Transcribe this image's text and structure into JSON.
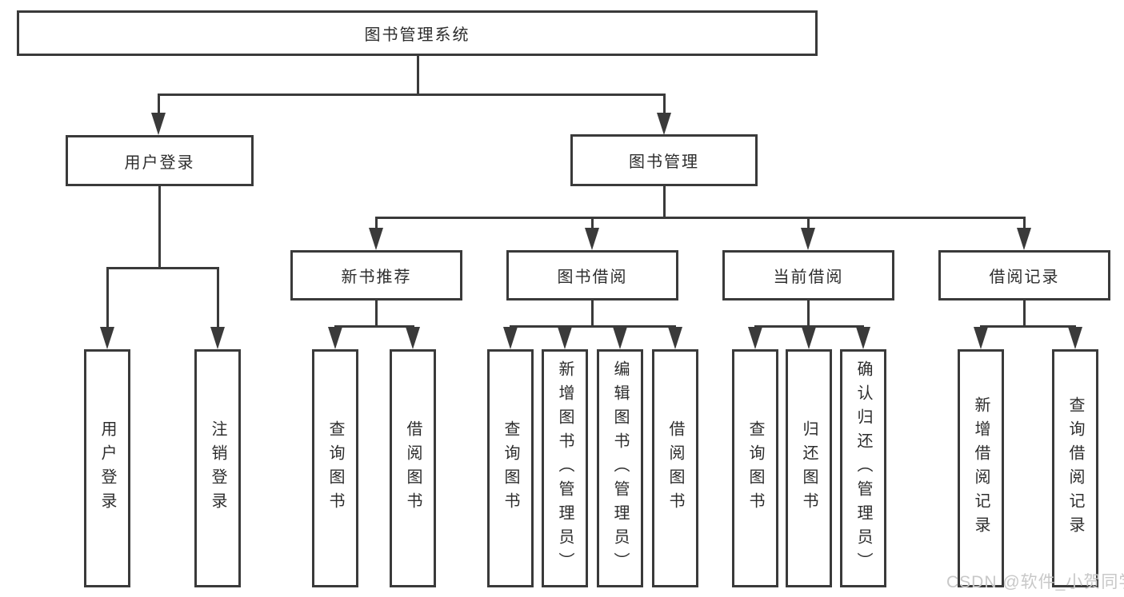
{
  "tree": {
    "root": "图书管理系统",
    "branches": [
      {
        "label": "用户登录",
        "children": [
          "用户登录",
          "注销登录"
        ]
      },
      {
        "label": "图书管理",
        "groups": [
          {
            "label": "新书推荐",
            "children": [
              "查询图书",
              "借阅图书"
            ]
          },
          {
            "label": "图书借阅",
            "children": [
              "查询图书",
              "新增图书（管理员）",
              "编辑图书（管理员）",
              "借阅图书"
            ]
          },
          {
            "label": "当前借阅",
            "children": [
              "查询图书",
              "归还图书",
              "确认归还（管理员）"
            ]
          },
          {
            "label": "借阅记录",
            "children": [
              "新增借阅记录",
              "查询借阅记录"
            ]
          }
        ]
      }
    ]
  },
  "watermark": "CSDN @软件_小贺同学",
  "colors": {
    "line": "#3a3a3a",
    "text": "#2d2d2d",
    "watermark": "#c8c8c8",
    "background": "#ffffff"
  }
}
